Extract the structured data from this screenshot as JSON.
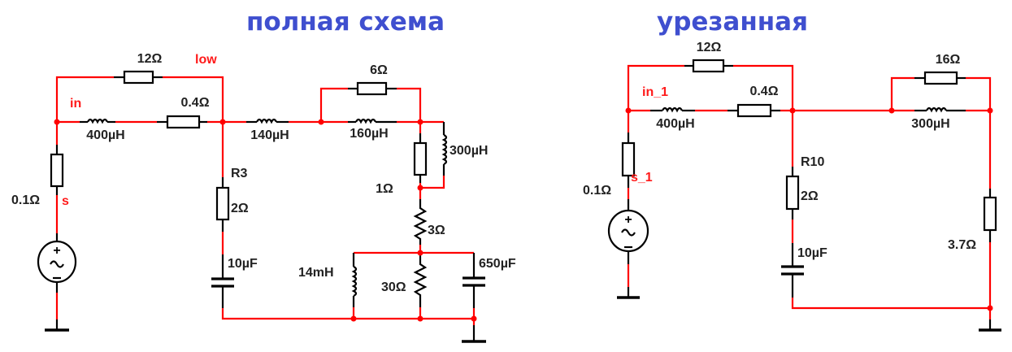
{
  "colors": {
    "wire": "#ff0000",
    "component": "#000000",
    "title": "#3f4fcf",
    "net_label": "#ff1a1a",
    "value_label": "#222222"
  },
  "full": {
    "title": "полная схема",
    "net_labels": {
      "in": "in",
      "low": "low",
      "s": "s"
    },
    "components": {
      "r_top": "12Ω",
      "l_in": "400µH",
      "r_in": "0.4Ω",
      "r_src": "0.1Ω",
      "source": "AC source",
      "r3_name": "R3",
      "r3_value": "2Ω",
      "c_r3": "10µF",
      "l_140": "140µH",
      "l_160": "160µH",
      "r_6": "6Ω",
      "l_300": "300µH",
      "r_1": "1Ω",
      "r_3": "3Ω",
      "l_14m": "14mH",
      "r_30": "30Ω",
      "c_650": "650µF"
    }
  },
  "reduced": {
    "title": "урезанная",
    "net_labels": {
      "in": "in_1",
      "s": "s_1"
    },
    "components": {
      "r_top": "12Ω",
      "l_in": "400µH",
      "r_in": "0.4Ω",
      "r_src": "0.1Ω",
      "source": "AC source",
      "r10_name": "R10",
      "r10_value": "2Ω",
      "c_r10": "10µF",
      "r_16": "16Ω",
      "l_300": "300µH",
      "r_load": "3.7Ω"
    }
  },
  "symbols": {
    "plus": "+",
    "minus": "−",
    "tilde": "~"
  }
}
